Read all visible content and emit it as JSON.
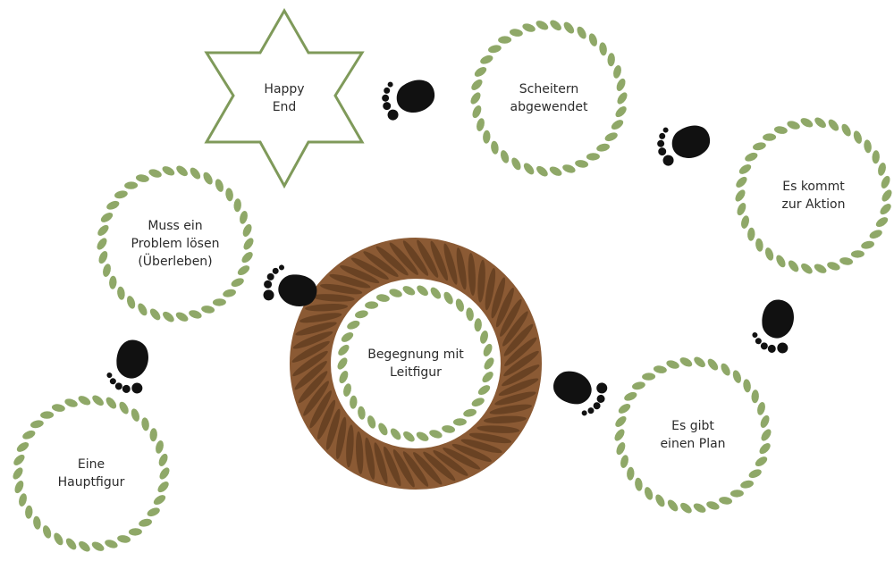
{
  "diagram": {
    "nodes": {
      "hauptfigur": [
        "Eine",
        "Hauptfigur"
      ],
      "problem": [
        "Muss ein",
        "Problem lösen",
        "(Überleben)"
      ],
      "happy_end": [
        "Happy",
        "End"
      ],
      "scheitern": [
        "Scheitern",
        "abgewendet"
      ],
      "aktion": [
        "Es kommt",
        "zur Aktion"
      ],
      "plan": [
        "Es gibt",
        "einen Plan"
      ],
      "begegnung": [
        "Begegnung mit",
        "Leitfigur"
      ]
    },
    "colors": {
      "leaf_green": "#8fa868",
      "star_outline": "#7f9a5a",
      "rope_brown": "#8b5a34",
      "rope_dark": "#4f2f16",
      "footprint": "#111111"
    },
    "icons": [
      "footprint-icon",
      "rope-ring-icon",
      "star-icon"
    ]
  }
}
